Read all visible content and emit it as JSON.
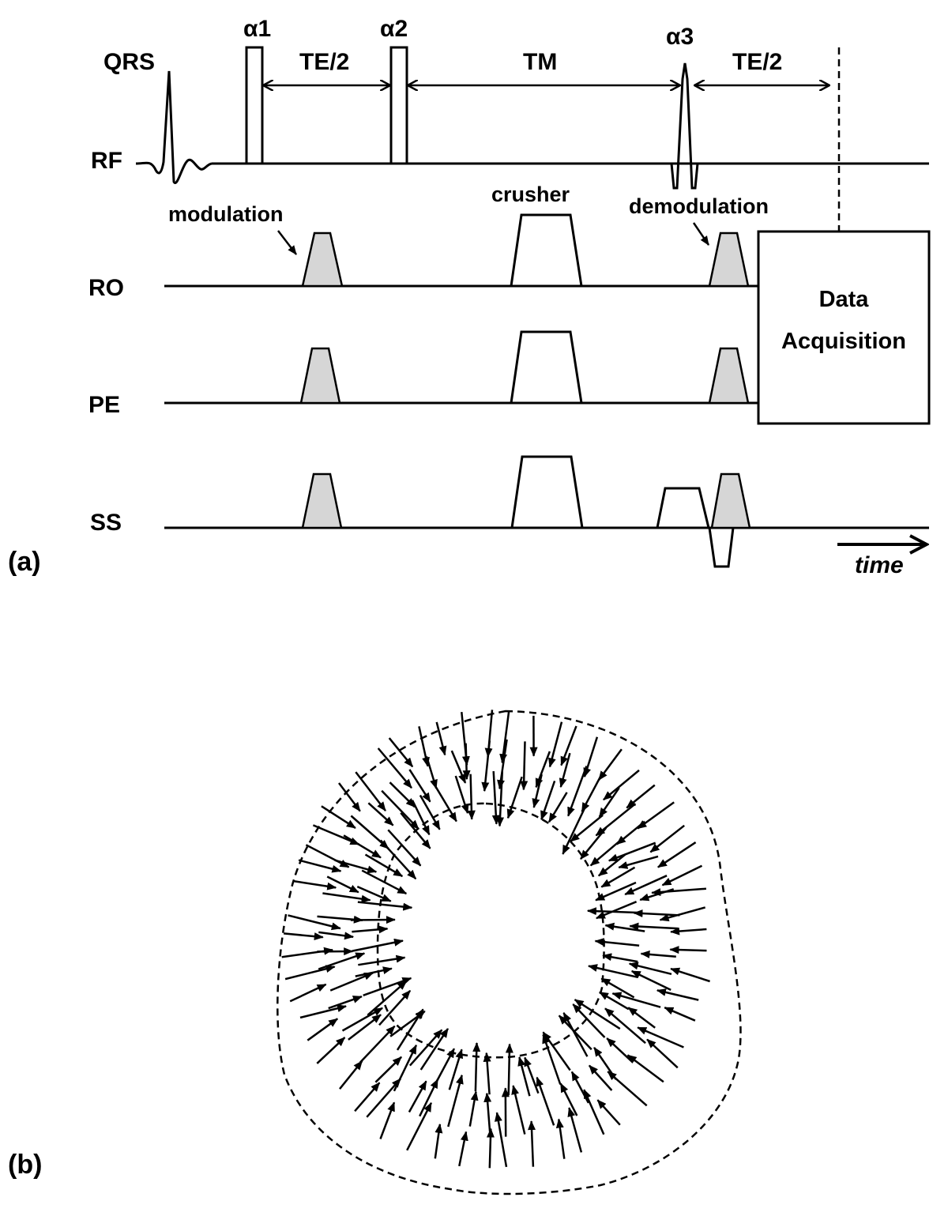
{
  "panel_a": {
    "label": "(a)",
    "qrs_label": "QRS",
    "pulse_labels": {
      "alpha1": "α1",
      "alpha2": "α2",
      "alpha3": "α3"
    },
    "interval_labels": {
      "te_half_1": "TE/2",
      "tm": "TM",
      "te_half_2": "TE/2"
    },
    "channels": {
      "rf": "RF",
      "ro": "RO",
      "pe": "PE",
      "ss": "SS"
    },
    "annotations": {
      "modulation": "modulation",
      "crusher": "crusher",
      "demodulation": "demodulation"
    },
    "acquisition_box": {
      "line1": "Data",
      "line2": "Acquisition"
    },
    "time_label": "time"
  },
  "panel_b": {
    "label": "(b)"
  }
}
